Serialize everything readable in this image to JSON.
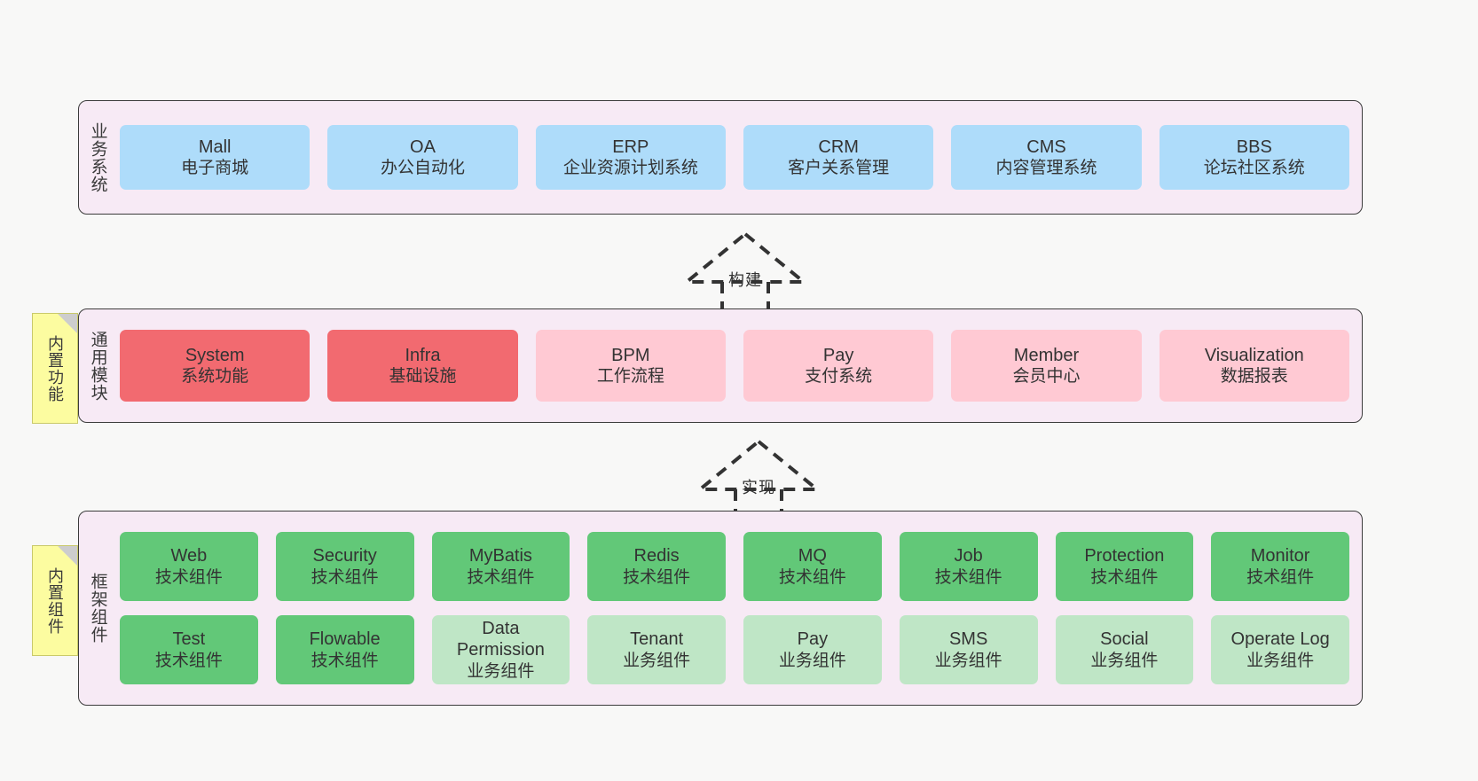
{
  "diagram": {
    "background_color": "#F8F8F7",
    "tiers": [
      {
        "key": "business",
        "label": "业务系统",
        "rows": [
          {
            "boxes": [
              {
                "title": "Mall",
                "subtitle": "电子商城",
                "color": "#AEDCFA",
                "style": "blue"
              },
              {
                "title": "OA",
                "subtitle": "办公自动化",
                "color": "#AEDCFA",
                "style": "blue"
              },
              {
                "title": "ERP",
                "subtitle": "企业资源计划系统",
                "color": "#AEDCFA",
                "style": "blue"
              },
              {
                "title": "CRM",
                "subtitle": "客户关系管理",
                "color": "#AEDCFA",
                "style": "blue"
              },
              {
                "title": "CMS",
                "subtitle": "内容管理系统",
                "color": "#AEDCFA",
                "style": "blue"
              },
              {
                "title": "BBS",
                "subtitle": "论坛社区系统",
                "color": "#AEDCFA",
                "style": "blue"
              }
            ]
          }
        ]
      },
      {
        "key": "common-modules",
        "label": "通用模块",
        "note": "内置功能",
        "rows": [
          {
            "boxes": [
              {
                "title": "System",
                "subtitle": "系统功能",
                "color": "#F26A70",
                "style": "red"
              },
              {
                "title": "Infra",
                "subtitle": "基础设施",
                "color": "#F26A70",
                "style": "red"
              },
              {
                "title": "BPM",
                "subtitle": "工作流程",
                "color": "#FFC9D3",
                "style": "pink"
              },
              {
                "title": "Pay",
                "subtitle": "支付系统",
                "color": "#FFC9D3",
                "style": "pink"
              },
              {
                "title": "Member",
                "subtitle": "会员中心",
                "color": "#FFC9D3",
                "style": "pink"
              },
              {
                "title": "Visualization",
                "subtitle": "数据报表",
                "color": "#FFC9D3",
                "style": "pink"
              }
            ]
          }
        ]
      },
      {
        "key": "framework-components",
        "label": "框架组件",
        "note": "内置组件",
        "rows": [
          {
            "boxes": [
              {
                "title": "Web",
                "subtitle": "技术组件",
                "color": "#62C878",
                "style": "green"
              },
              {
                "title": "Security",
                "subtitle": "技术组件",
                "color": "#62C878",
                "style": "green"
              },
              {
                "title": "MyBatis",
                "subtitle": "技术组件",
                "color": "#62C878",
                "style": "green"
              },
              {
                "title": "Redis",
                "subtitle": "技术组件",
                "color": "#62C878",
                "style": "green"
              },
              {
                "title": "MQ",
                "subtitle": "技术组件",
                "color": "#62C878",
                "style": "green"
              },
              {
                "title": "Job",
                "subtitle": "技术组件",
                "color": "#62C878",
                "style": "green"
              },
              {
                "title": "Protection",
                "subtitle": "技术组件",
                "color": "#62C878",
                "style": "green"
              },
              {
                "title": "Monitor",
                "subtitle": "技术组件",
                "color": "#62C878",
                "style": "green"
              }
            ]
          },
          {
            "boxes": [
              {
                "title": "Test",
                "subtitle": "技术组件",
                "color": "#62C878",
                "style": "green"
              },
              {
                "title": "Flowable",
                "subtitle": "技术组件",
                "color": "#62C878",
                "style": "green"
              },
              {
                "title": "Data Permission",
                "subtitle": "业务组件",
                "color": "#BFE6C6",
                "style": "green-light"
              },
              {
                "title": "Tenant",
                "subtitle": "业务组件",
                "color": "#BFE6C6",
                "style": "green-light"
              },
              {
                "title": "Pay",
                "subtitle": "业务组件",
                "color": "#BFE6C6",
                "style": "green-light"
              },
              {
                "title": "SMS",
                "subtitle": "业务组件",
                "color": "#BFE6C6",
                "style": "green-light"
              },
              {
                "title": "Social",
                "subtitle": "业务组件",
                "color": "#BFE6C6",
                "style": "green-light"
              },
              {
                "title": "Operate Log",
                "subtitle": "业务组件",
                "color": "#BFE6C6",
                "style": "green-light"
              }
            ]
          }
        ]
      }
    ],
    "connectors": [
      {
        "key": "build",
        "label": "构建",
        "from": "通用模块",
        "to": "业务系统",
        "style": "dashed-hollow-triangle"
      },
      {
        "key": "implement",
        "label": "实现",
        "from": "框架组件",
        "to": "通用模块",
        "style": "dashed-hollow-triangle"
      }
    ]
  }
}
